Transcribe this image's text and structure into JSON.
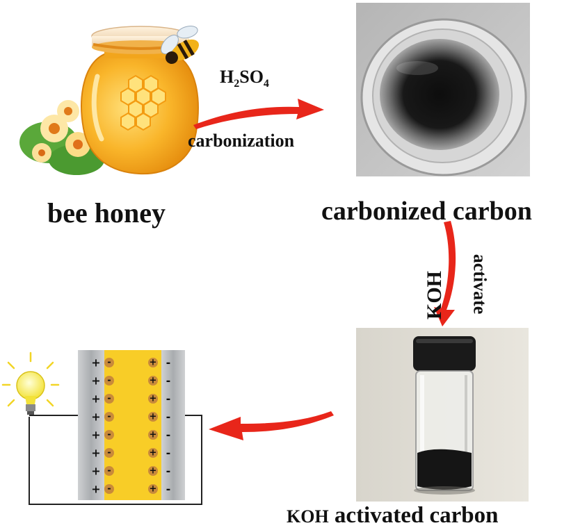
{
  "labels": {
    "bee_honey": "bee honey",
    "carbonized_carbon": "carbonized carbon",
    "koh_activated_prefix": "KOH",
    "koh_activated_rest": " activated carbon",
    "h2so4_h": "H",
    "h2so4_sub2": "2",
    "h2so4_so": "SO",
    "h2so4_sub4": "4",
    "carbonization": "carbonization",
    "koh": "KOH",
    "activate": "activate"
  },
  "supercapacitor": {
    "plus_sign": "+",
    "minus_sign": "-",
    "rows": 8
  },
  "colors": {
    "arrow_red": "#e8261a",
    "honey_amber": "#f6a21a",
    "electrolyte_yellow": "#f5c518",
    "ion_brown": "#c98a3a",
    "electrode_gray": "#b9bcbf"
  },
  "icons": [
    "honey-jar-icon",
    "bee-icon",
    "flower-icon",
    "petri-dish-photo",
    "vial-photo",
    "light-bulb-icon"
  ]
}
